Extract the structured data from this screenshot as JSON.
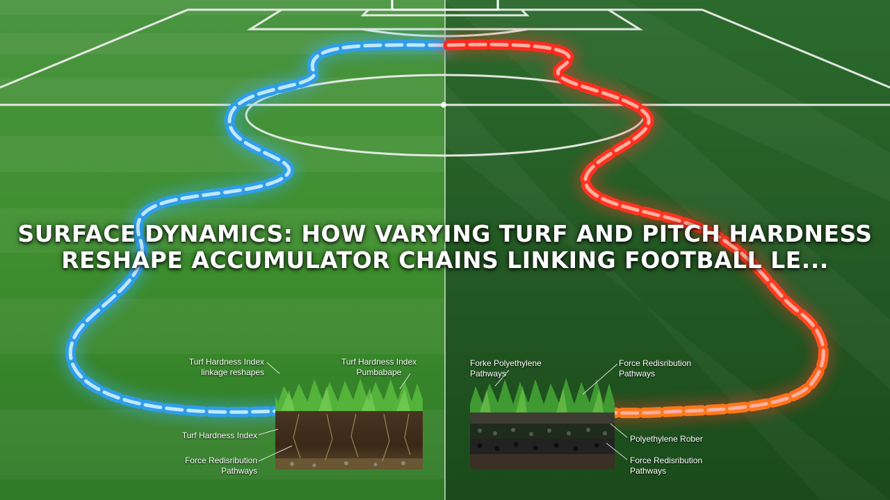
{
  "headline": {
    "line1": "SURFACE DYNAMICS: HOW VARYING TURF AND PITCH HARDNESS",
    "line2": "RESHAPE ACCUMULATOR CHAINS LINKING FOOTBALL LE..."
  },
  "natural_grass_labels": {
    "top_left_line1": "Turf Hardness Index",
    "top_left_line2": "linkage reshapes",
    "top_right_line1": "Turf Hardness Index",
    "top_right_line2": "Pumbabape",
    "mid_left": "Turf Hardness Index",
    "bottom_left_line1": "Force Redisribution",
    "bottom_left_line2": "Pathways"
  },
  "artificial_turf_labels": {
    "top_left_line1": "Forke Polyethylene",
    "top_left_line2": "Pathways",
    "top_right_line1": "Force Redisribution",
    "top_right_line2": "Pathways",
    "mid_right": "Polyethylene Rober",
    "bottom_right_line1": "Force Redisribution",
    "bottom_right_line2": "Pathways"
  },
  "colors": {
    "natural_chain": "#3fb4ff",
    "artificial_chain": "#ff3b2b",
    "grass_light": "#4f9a3a",
    "grass_dark": "#1d5220"
  }
}
